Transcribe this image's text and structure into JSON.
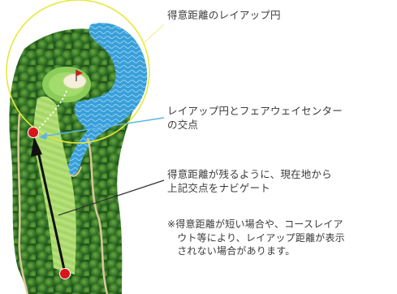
{
  "annotations": {
    "layup_circle": "得意距離のレイアップ円",
    "intersection": "レイアップ円とフェアウェイセンター\nの交点",
    "navigate": "得意距離が残るように、現在地から\n上記交点をナビゲート",
    "note": "※得意距離が短い場合や、コースレイア\n　ウト等により、レイアップ距離が表示\n　されない場合があります。"
  },
  "colors": {
    "layup_circle": "#e8e83a",
    "marker": "#d8151b",
    "arrow": "#111111",
    "leader_line_1": "#ffffff",
    "leader_line_2": "#5db4e6",
    "leader_line_3": "#333333",
    "water": "#3a9fd8",
    "fairway": "#a9d86a",
    "trees": "#2f6e25"
  }
}
